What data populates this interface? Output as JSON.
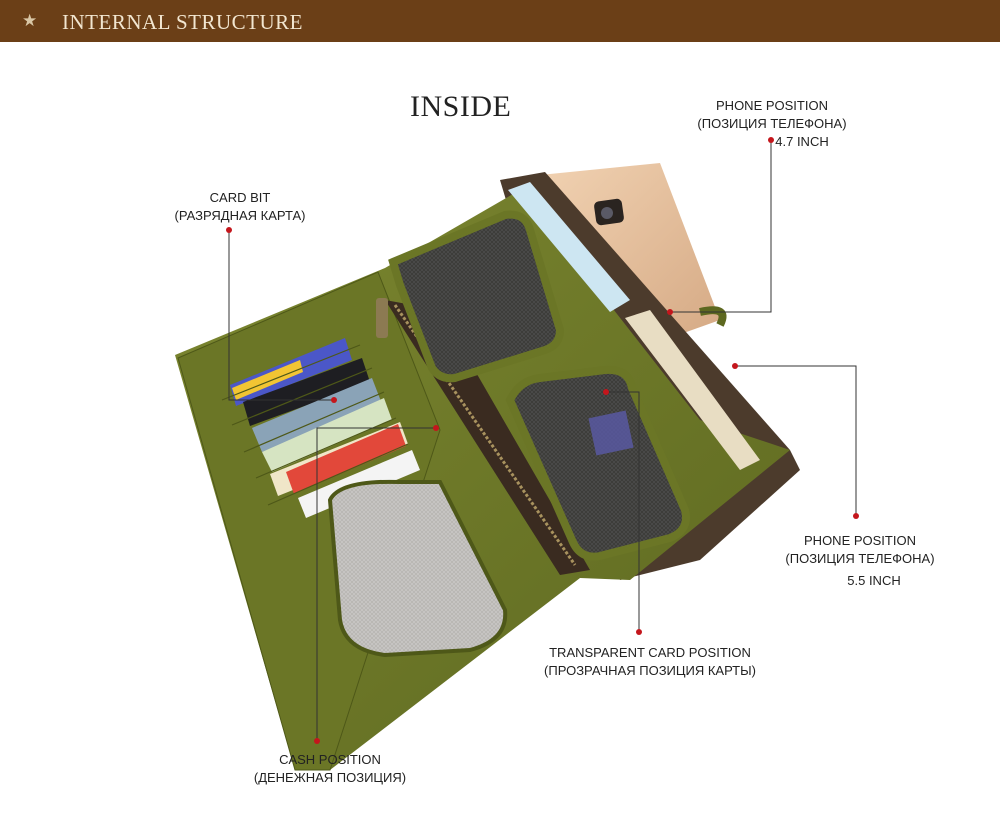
{
  "banner": {
    "icon": "star-icon",
    "title": "INTERNAL STRUCTURE",
    "color": "#6b3f17"
  },
  "heading": "INSIDE",
  "callouts": {
    "card_bit": {
      "title": "CARD BIT",
      "subtitle": "(РАЗРЯДНАЯ КАРТА)"
    },
    "phone_small": {
      "title": "PHONE POSITION",
      "subtitle": "(ПОЗИЦИЯ ТЕЛЕФОНА)",
      "size": "4.7 INCH"
    },
    "phone_large": {
      "title": "PHONE POSITION",
      "subtitle": "(ПОЗИЦИЯ ТЕЛЕФОНА)",
      "size": "5.5 INCH"
    },
    "transparent": {
      "title": "TRANSPARENT CARD POSITION",
      "subtitle": "(ПРОЗРАЧНАЯ ПОЗИЦИЯ КАРТЫ)"
    },
    "cash": {
      "title": "CASH POSITION",
      "subtitle": "(ДЕНЕЖНАЯ ПОЗИЦИЯ)"
    }
  },
  "colors": {
    "leather": "#6f7a26",
    "leather_dark": "#4e5818",
    "marker": "#c4161c",
    "line": "#333333"
  }
}
